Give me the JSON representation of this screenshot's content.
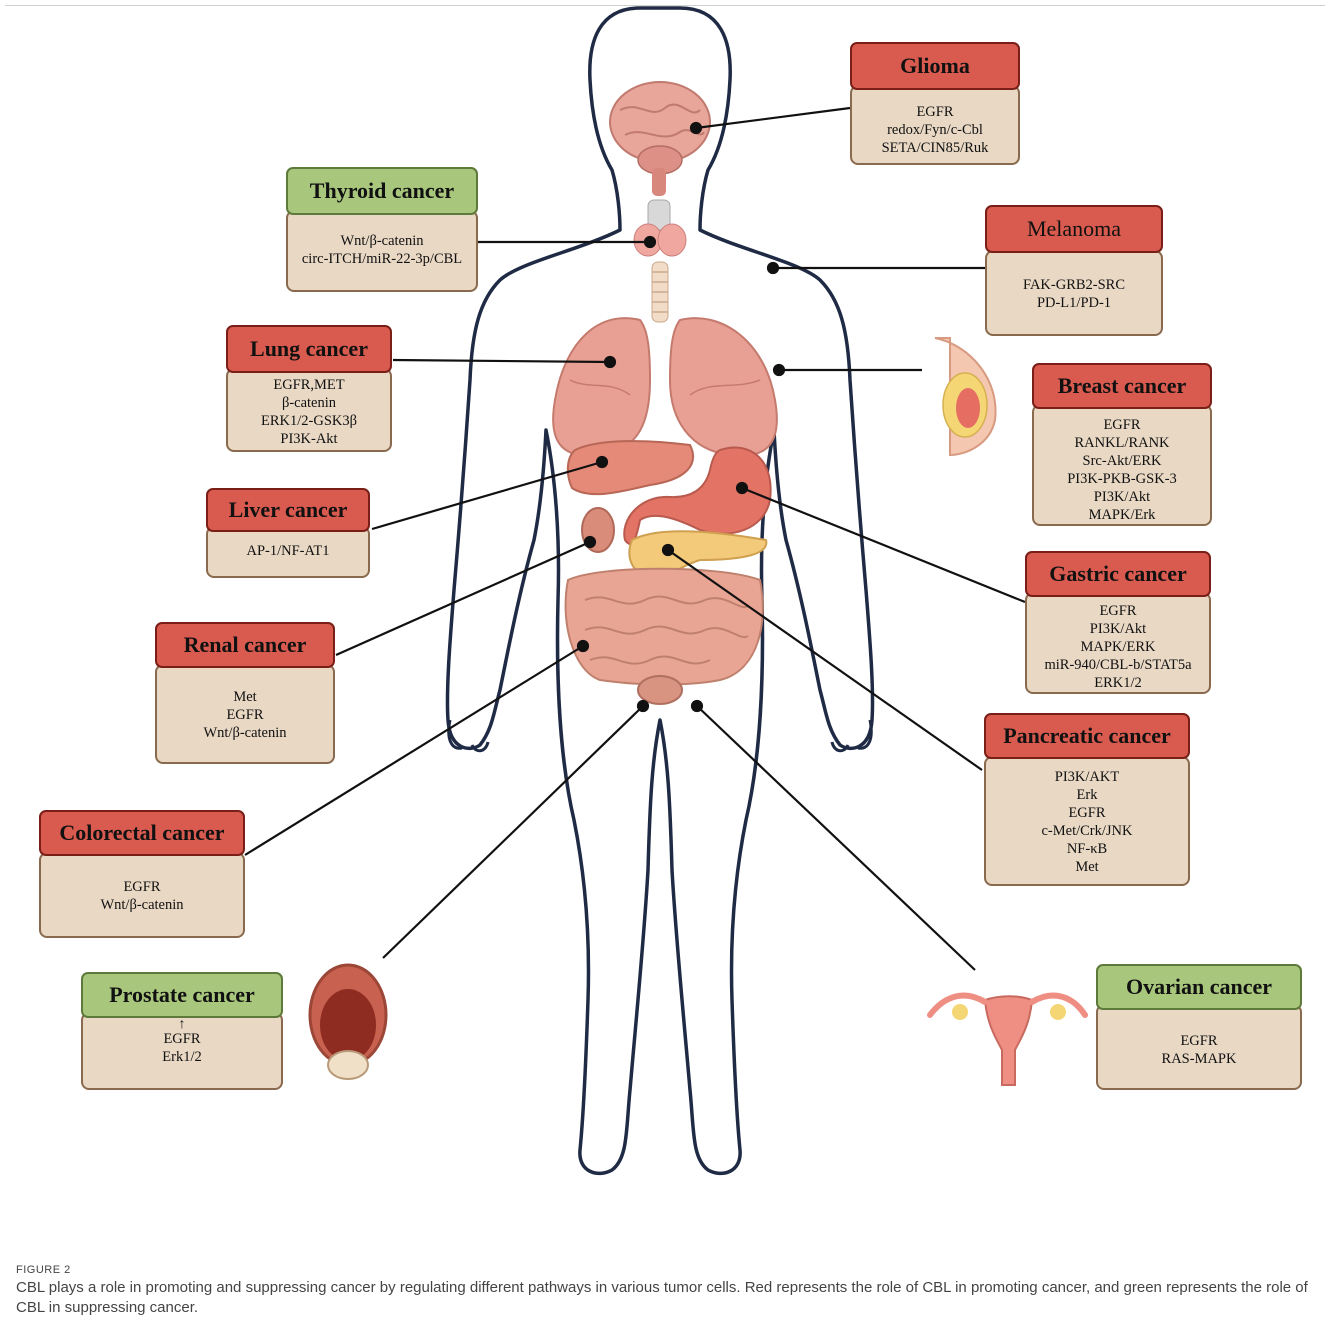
{
  "colors": {
    "promote": "#d95b4f",
    "suppress": "#a9c77c",
    "box_body": "#e8d8c4",
    "outline": "#1f2a44"
  },
  "icons": [
    "brain-icon",
    "thyroid-icon",
    "lungs-icon",
    "liver-icon",
    "stomach-icon",
    "pancreas-icon",
    "kidney-icon",
    "intestine-icon",
    "breast-icon",
    "prostate-icon",
    "uterus-icon"
  ],
  "cancers": [
    {
      "id": "glioma",
      "title": "Glioma",
      "role": "promote",
      "items": [
        "EGFR",
        "redox/Fyn/c-Cbl",
        "SETA/CIN85/Ruk"
      ]
    },
    {
      "id": "thyroid",
      "title": "Thyroid cancer",
      "role": "suppress",
      "items": [
        "Wnt/β-catenin",
        "circ-ITCH/miR-22-3p/CBL"
      ]
    },
    {
      "id": "melanoma",
      "title": "Melanoma",
      "role": "promote",
      "items": [
        "FAK-GRB2-SRC",
        "PD-L1/PD-1"
      ]
    },
    {
      "id": "lung",
      "title": "Lung cancer",
      "role": "promote",
      "items": [
        "EGFR,MET",
        "β-catenin",
        "ERK1/2-GSK3β",
        "PI3K-Akt"
      ]
    },
    {
      "id": "breast",
      "title": "Breast cancer",
      "role": "promote",
      "items": [
        "EGFR",
        "RANKL/RANK",
        "Src-Akt/ERK",
        "PI3K-PKB-GSK-3",
        "PI3K/Akt",
        "MAPK/Erk"
      ]
    },
    {
      "id": "liver",
      "title": "Liver cancer",
      "role": "promote",
      "items": [
        "AP-1/NF-AT1"
      ]
    },
    {
      "id": "gastric",
      "title": "Gastric cancer",
      "role": "promote",
      "items": [
        "EGFR",
        "PI3K/Akt",
        "MAPK/ERK",
        "miR-940/CBL-b/STAT5a",
        "ERK1/2"
      ]
    },
    {
      "id": "renal",
      "title": "Renal cancer",
      "role": "promote",
      "items": [
        "Met",
        "EGFR",
        "Wnt/β-catenin"
      ]
    },
    {
      "id": "pancreatic",
      "title": "Pancreatic cancer",
      "role": "promote",
      "items": [
        "PI3K/AKT",
        "Erk",
        "EGFR",
        "c-Met/Crk/JNK",
        "NF-κB",
        "Met"
      ]
    },
    {
      "id": "colorectal",
      "title": "Colorectal cancer",
      "role": "promote",
      "items": [
        "EGFR",
        "Wnt/β-catenin"
      ]
    },
    {
      "id": "prostate",
      "title": "Prostate cancer",
      "role": "suppress",
      "arrow": "↑",
      "items": [
        "EGFR",
        "Erk1/2"
      ]
    },
    {
      "id": "ovarian",
      "title": "Ovarian cancer",
      "role": "suppress",
      "items": [
        "EGFR",
        "RAS-MAPK"
      ]
    }
  ],
  "caption": {
    "label": "FIGURE 2",
    "text": "CBL plays a role in promoting and suppressing cancer by regulating different pathways in various tumor cells. Red represents the role of CBL in promoting cancer, and green represents the role of CBL in suppressing cancer."
  }
}
